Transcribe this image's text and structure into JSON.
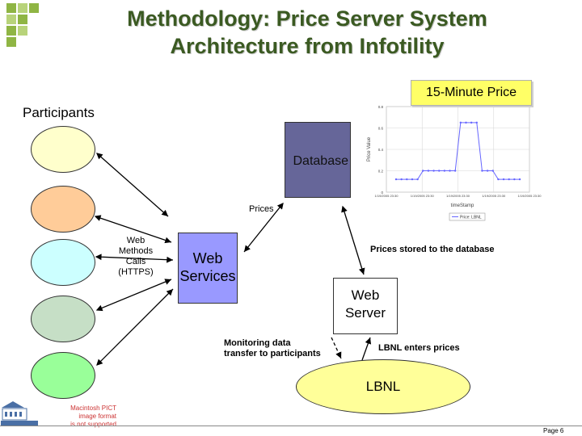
{
  "title": {
    "line1": "Methodology: Price Server System",
    "line2": "Architecture from Infotility"
  },
  "price_chart": {
    "badge": "15-Minute Price",
    "ylabel": "Price Value",
    "xlabel": "timeStamp",
    "legend": "Price: LBNL",
    "yticks": [
      "0.8",
      "0.6",
      "0.4",
      "0.2",
      "0"
    ],
    "xticks": [
      "1/19/2005 23:30",
      "1/19/2005 23:30",
      "1/19/2005 23:30",
      "1/19/2005 23:30",
      "1/19/2005 23:30"
    ]
  },
  "chart_data": {
    "type": "line",
    "ylabel": "Price Value",
    "xlabel": "timeStamp",
    "ylim": [
      0,
      0.8
    ],
    "series": [
      {
        "name": "Price: LBNL",
        "values": [
          0.12,
          0.12,
          0.12,
          0.12,
          0.12,
          0.2,
          0.2,
          0.2,
          0.2,
          0.2,
          0.2,
          0.2,
          0.65,
          0.65,
          0.65,
          0.65,
          0.2,
          0.2,
          0.2,
          0.12,
          0.12,
          0.12,
          0.12,
          0.12
        ]
      }
    ],
    "grid": true,
    "legend_position": "bottom-right"
  },
  "diagram": {
    "participants_label": "Participants",
    "database": "Database",
    "prices": "Prices",
    "web_methods_calls": [
      "Web",
      "Methods",
      "Calls",
      "(HTTPS)"
    ],
    "web_services": [
      "Web",
      "Services"
    ],
    "prices_stored": "Prices stored to the database",
    "web_server": [
      "Web",
      "Server"
    ],
    "monitoring": [
      "Monitoring data",
      "transfer to participants"
    ],
    "lbnl_enters": "LBNL enters prices",
    "lbnl": "LBNL"
  },
  "participant_colors": [
    "#ffffcc",
    "#ffcc99",
    "#ccffff",
    "#c6dfc6",
    "#99ff99"
  ],
  "footer": {
    "pict_notice": [
      "Macintosh PICT",
      "image format",
      "is not supported"
    ],
    "page": "Page  6"
  }
}
